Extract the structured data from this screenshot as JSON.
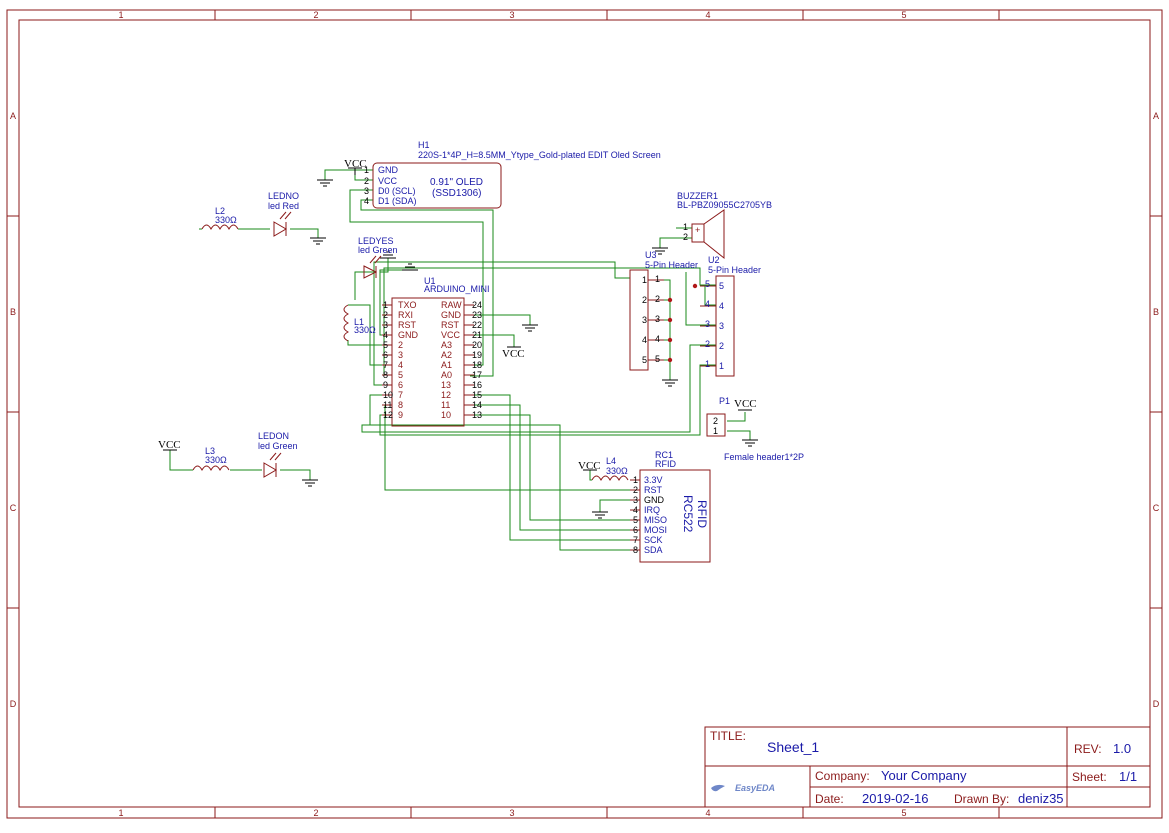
{
  "frame": {
    "columns": [
      "1",
      "2",
      "3",
      "4",
      "5"
    ],
    "rows": [
      "A",
      "B",
      "C",
      "D"
    ]
  },
  "title_block": {
    "title_label": "TITLE:",
    "title": "Sheet_1",
    "rev_label": "REV:",
    "rev": "1.0",
    "company_label": "Company:",
    "company": "Your Company",
    "sheet_label": "Sheet:",
    "sheet": "1/1",
    "date_label": "Date:",
    "date": "2019-02-16",
    "drawn_by_label": "Drawn By:",
    "drawn_by": "deniz35",
    "logo": "EasyEDA"
  },
  "components": {
    "h1": {
      "ref": "H1",
      "value": "220S-1*4P_H=8.5MM_Ytype_Gold-plated EDIT Oled Screen",
      "line1": "0.91\" OLED",
      "line2": "(SSD1306)",
      "pins": [
        "GND",
        "VCC",
        "D0 (SCL)",
        "D1 (SDA)"
      ],
      "pin_nums": [
        "1",
        "2",
        "3",
        "4"
      ]
    },
    "buzzer": {
      "ref": "BUZZER1",
      "value": "BL-PBZ09055C2705YB",
      "pin1": "1",
      "pin2": "2",
      "plus": "+"
    },
    "u3": {
      "ref": "U3",
      "value": "5-Pin Header",
      "pins": [
        "1",
        "2",
        "3",
        "4",
        "5"
      ]
    },
    "u2": {
      "ref": "U2",
      "value": "5-Pin Header",
      "pins": [
        "5",
        "4",
        "3",
        "2",
        "1"
      ]
    },
    "u1": {
      "ref": "U1",
      "value": "ARDUINO_MINI",
      "left_names": [
        "TXO",
        "RXI",
        "RST",
        "GND",
        "2",
        "3",
        "4",
        "5",
        "6",
        "7",
        "8",
        "9"
      ],
      "left_nums": [
        "1",
        "2",
        "3",
        "4",
        "5",
        "6",
        "7",
        "8",
        "9",
        "10",
        "11",
        "12"
      ],
      "right_names": [
        "RAW",
        "GND",
        "RST",
        "VCC",
        "A3",
        "A2",
        "A1",
        "A0",
        "13",
        "12",
        "11",
        "10"
      ],
      "right_nums": [
        "24",
        "23",
        "22",
        "21",
        "20",
        "19",
        "18",
        "17",
        "16",
        "15",
        "14",
        "13"
      ]
    },
    "l2": {
      "ref": "L2",
      "value": "330Ω"
    },
    "ledno": {
      "ref": "LEDNO",
      "value": "led Red"
    },
    "ledyes": {
      "ref": "LEDYES",
      "value": "led Green"
    },
    "l1": {
      "ref": "L1",
      "value": "330Ω"
    },
    "l3": {
      "ref": "L3",
      "value": "330Ω"
    },
    "ledon": {
      "ref": "LEDON",
      "value": "led Green"
    },
    "l4": {
      "ref": "L4",
      "value": "330Ω"
    },
    "p1": {
      "ref": "P1",
      "value": "Female header1*2P",
      "pin2": "2",
      "pin1": "1"
    },
    "rc1": {
      "ref": "RC1",
      "value": "RFID",
      "body1": "RFID",
      "body2": "RC522",
      "pins": [
        "3.3V",
        "RST",
        "GND",
        "IRQ",
        "MISO",
        "MOSI",
        "SCK",
        "SDA"
      ],
      "pin_nums": [
        "1",
        "2",
        "3",
        "4",
        "5",
        "6",
        "7",
        "8"
      ]
    }
  },
  "nets": {
    "vcc_oled": "VCC",
    "vcc_u1": "VCC",
    "vcc_l3": "VCC",
    "vcc_l4": "VCC",
    "vcc_p1": "VCC"
  }
}
